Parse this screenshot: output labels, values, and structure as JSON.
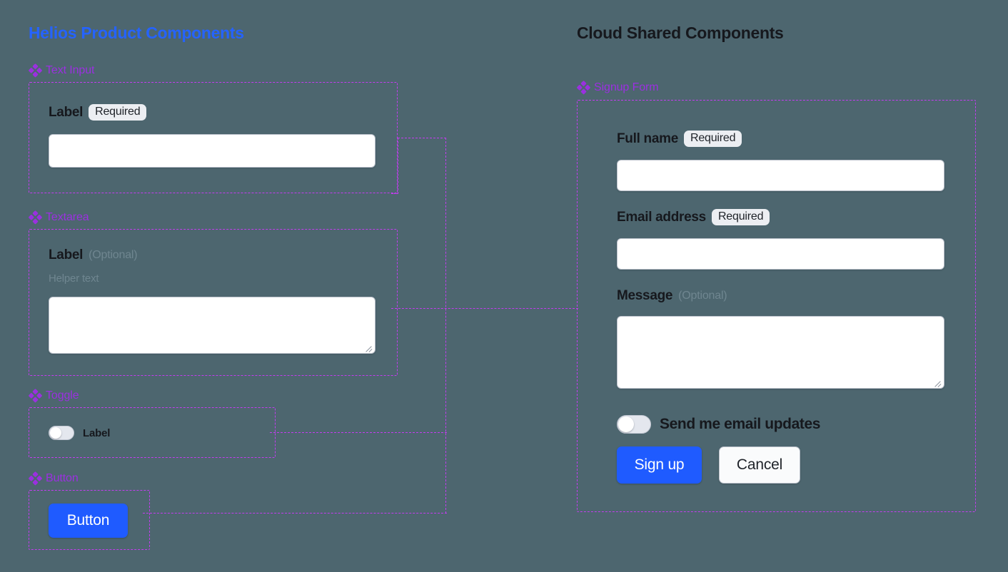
{
  "background_color": "#4d666f",
  "accent_colors": {
    "left_title": "#2563ff",
    "right_title": "#16181d",
    "annotation_purple": "#9b30e0",
    "dashed_outline": "#c43cf0",
    "primary_button": "#1f5bff"
  },
  "left_column": {
    "title": "Helios Product Components",
    "sections": [
      {
        "icon": "component-diamond-icon",
        "name": "Text Input",
        "field": {
          "label": "Label",
          "badge": "Required",
          "input_value": "",
          "input_placeholder": ""
        }
      },
      {
        "icon": "component-diamond-icon",
        "name": "Textarea",
        "field": {
          "label": "Label",
          "optional_note": "(Optional)",
          "helper_text": "Helper text",
          "textarea_value": "",
          "textarea_placeholder": ""
        }
      },
      {
        "icon": "component-diamond-icon",
        "name": "Toggle",
        "field": {
          "toggle_label": "Label",
          "toggle_state": "off"
        }
      },
      {
        "icon": "component-diamond-icon",
        "name": "Button",
        "field": {
          "button_label": "Button"
        }
      }
    ]
  },
  "right_column": {
    "title": "Cloud Shared Components",
    "sections": [
      {
        "icon": "component-diamond-icon",
        "name": "Signup Form",
        "form": {
          "fields": [
            {
              "label": "Full name",
              "badge": "Required",
              "value": "",
              "placeholder": ""
            },
            {
              "label": "Email address",
              "badge": "Required",
              "value": "",
              "placeholder": ""
            },
            {
              "label": "Message",
              "optional_note": "(Optional)",
              "value": "",
              "placeholder": ""
            }
          ],
          "toggle": {
            "label": "Send me email updates",
            "state": "off"
          },
          "actions": {
            "primary": "Sign up",
            "secondary": "Cancel"
          }
        }
      }
    ]
  }
}
